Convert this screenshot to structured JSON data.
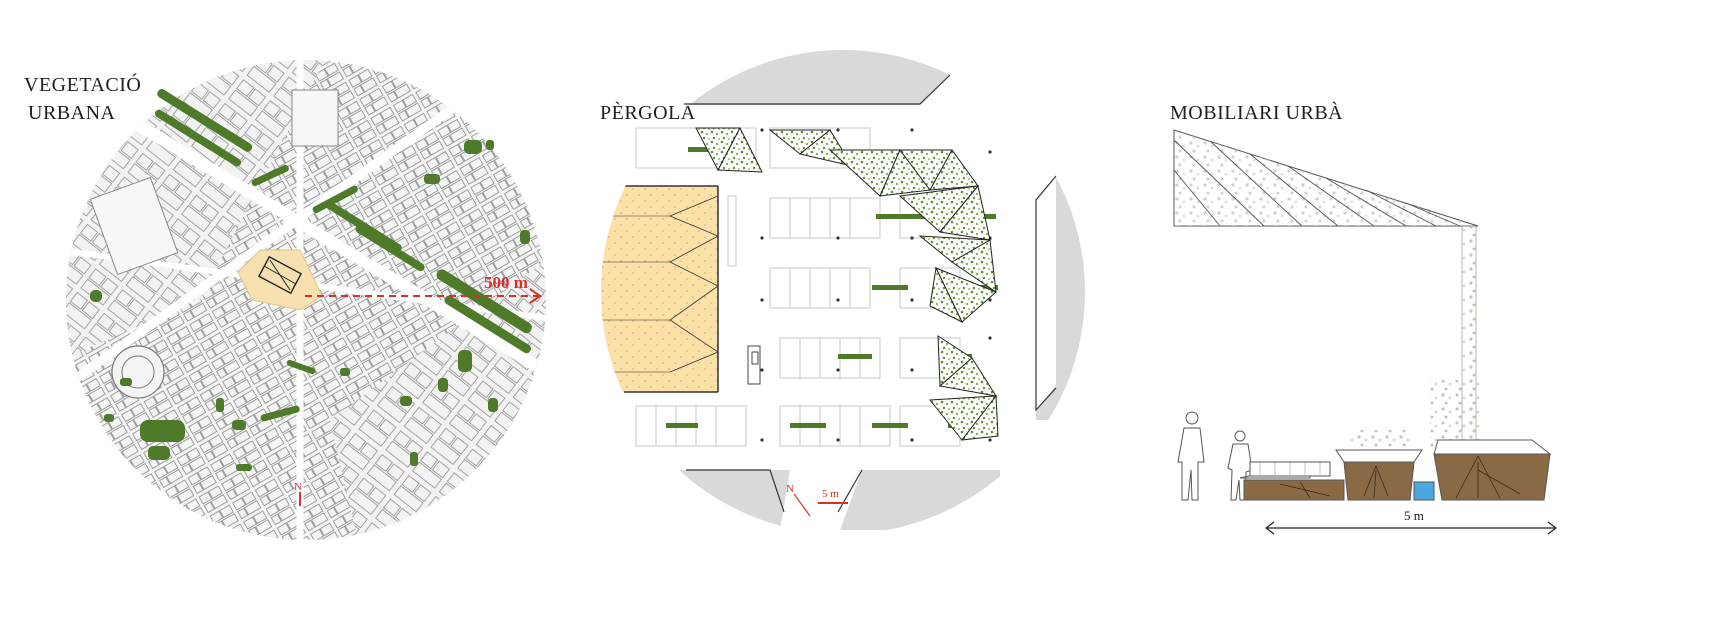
{
  "panels": {
    "vegetation": {
      "title_line1": "VEGETACIÓ",
      "title_line2": "URBANA",
      "distance_label": "500 m",
      "north_label": "N"
    },
    "pergola": {
      "title": "PÈRGOLA",
      "scale_label": "5 m",
      "north_label": "N"
    },
    "furniture": {
      "title": "MOBILIARI URBÀ",
      "dimension_label": "5 m"
    }
  },
  "colors": {
    "vegetation_green": "#4f7a2a",
    "highlight_square": "#f7e0b0",
    "annotation_red": "#d8312a",
    "map_background": "#eeeeee",
    "soil_brown": "#8a6a45",
    "water_blue": "#4aa8e0",
    "pergola_foliage": "#5c8f2e",
    "grey_circle": "#d9d9d9"
  }
}
